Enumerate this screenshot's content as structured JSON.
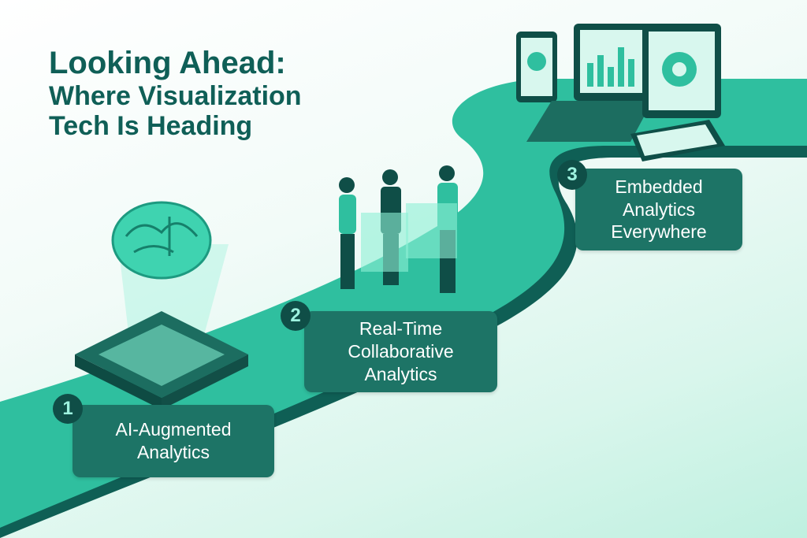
{
  "title": {
    "line1": "Looking Ahead:",
    "line2": "Where Visualization",
    "line3": "Tech Is Heading"
  },
  "steps": [
    {
      "number": "1",
      "label": "AI-Augmented Analytics"
    },
    {
      "number": "2",
      "label": "Real-Time Collaborative Analytics"
    },
    {
      "number": "3",
      "label": "Embedded Analytics Everywhere"
    }
  ],
  "colors": {
    "title": "#0f5f57",
    "road": "#2fbf9f",
    "card": "#1d7466",
    "badge": "#0f4e47"
  }
}
